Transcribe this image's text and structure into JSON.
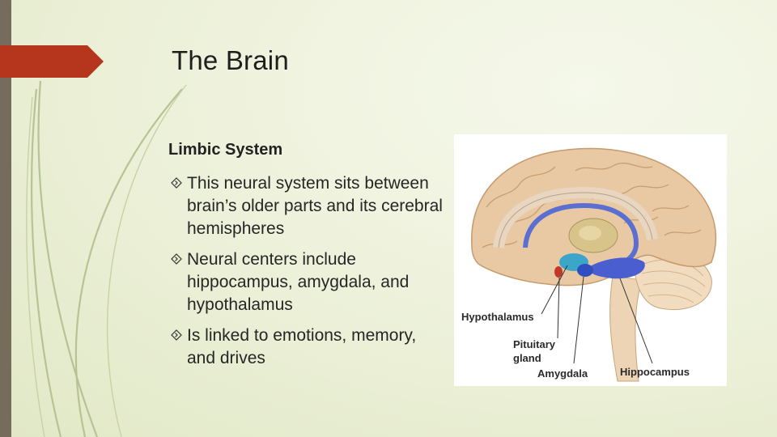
{
  "slide": {
    "title": "The Brain",
    "subheading": "Limbic System",
    "bullets": [
      "This neural system sits between brain’s older parts and its cerebral hemispheres",
      "Neural centers include hippocampus, amygdala, and hypothalamus",
      "Is linked to emotions, memory, and drives"
    ],
    "bullet_icon": "diamond-arrow-icon"
  },
  "figure": {
    "labels": {
      "hypothalamus": "Hypothalamus",
      "pituitary_line1": "Pituitary",
      "pituitary_line2": "gland",
      "amygdala": "Amygdala",
      "hippocampus": "Hippocampus"
    }
  },
  "colors": {
    "left_bar": "#756c5b",
    "tab_arrow": "#b5361c",
    "brain_tissue": "#e9c9a3",
    "limbic_blue": "#5a6fd0",
    "pituitary_red": "#c0392b"
  }
}
